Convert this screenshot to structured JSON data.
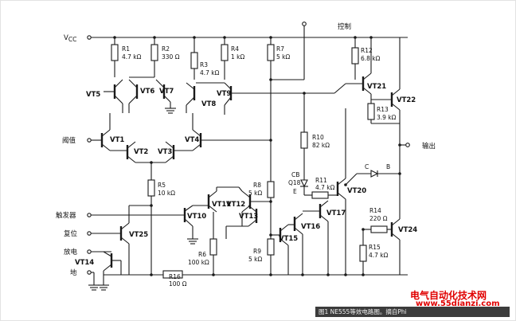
{
  "pins": {
    "vcc": "V",
    "vcc_sub": "CC",
    "threshold": "阈值",
    "trigger": "触发器",
    "reset": "复位",
    "discharge": "放电",
    "ground": "地",
    "control": "控制",
    "output": "输出"
  },
  "resistors": {
    "r1": {
      "name": "R1",
      "value": "4.7 kΩ"
    },
    "r2": {
      "name": "R2",
      "value": "330 Ω"
    },
    "r3": {
      "name": "R3",
      "value": "4.7 kΩ"
    },
    "r4": {
      "name": "R4",
      "value": "1 kΩ"
    },
    "r5": {
      "name": "R5",
      "value": "10 kΩ"
    },
    "r6": {
      "name": "R6",
      "value": "100 kΩ"
    },
    "r7": {
      "name": "R7",
      "value": "5 kΩ"
    },
    "r8": {
      "name": "R8",
      "value": "5 kΩ"
    },
    "r9": {
      "name": "R9",
      "value": "5 kΩ"
    },
    "r10": {
      "name": "R10",
      "value": "82 kΩ"
    },
    "r11": {
      "name": "R11",
      "value": "4.7 kΩ"
    },
    "r12": {
      "name": "R12",
      "value": "6.8 kΩ"
    },
    "r13": {
      "name": "R13",
      "value": "3.9 kΩ"
    },
    "r14": {
      "name": "R14",
      "value": "220 Ω"
    },
    "r15": {
      "name": "R15",
      "value": "4.7 kΩ"
    },
    "r16": {
      "name": "R16",
      "value": "100 Ω"
    }
  },
  "transistors": {
    "vt1": "VT1",
    "vt2": "VT2",
    "vt3": "VT3",
    "vt4": "VT4",
    "vt5": "VT5",
    "vt6": "VT6",
    "vt7": "VT7",
    "vt8": "VT8",
    "vt9": "VT9",
    "vt10": "VT10",
    "vt11": "VT11",
    "vt12": "VT12",
    "vt13": "VT13",
    "vt14": "VT14",
    "vt15": "VT15",
    "vt16": "VT16",
    "vt17": "VT17",
    "vt20": "VT20",
    "vt21": "VT21",
    "vt22": "VT22",
    "vt24": "VT24",
    "vt25": "VT25"
  },
  "misc": {
    "cb": "CB",
    "q18": "Q18",
    "e": "E",
    "c": "C",
    "b": "B"
  },
  "watermark": {
    "site_cn": "电气自动化技术网",
    "site_url": "www.55dianzi.com"
  },
  "caption": "图1 NE555等效电路图。摘自Phi"
}
